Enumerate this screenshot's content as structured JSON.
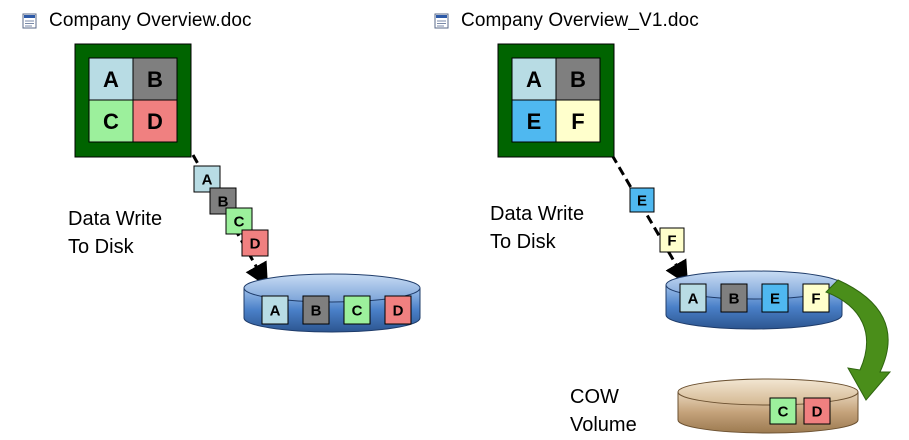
{
  "left": {
    "file_name": "Company Overview.doc",
    "doc_blocks": [
      "A",
      "B",
      "C",
      "D"
    ],
    "write_chunks": [
      "A",
      "B",
      "C",
      "D"
    ],
    "caption": "Data Write\nTo Disk",
    "disk_blocks": [
      "A",
      "B",
      "C",
      "D"
    ]
  },
  "right": {
    "file_name": "Company Overview_V1.doc",
    "doc_blocks": [
      "A",
      "B",
      "E",
      "F"
    ],
    "write_chunks": [
      "E",
      "F"
    ],
    "caption": "Data Write\nTo Disk",
    "disk_blocks": [
      "A",
      "B",
      "E",
      "F"
    ]
  },
  "cow": {
    "label": "COW\nVolume",
    "blocks": [
      "C",
      "D"
    ]
  },
  "colors": {
    "A": "#b8dce4",
    "B": "#7f7f7f",
    "C": "#9cf09c",
    "D": "#f08080",
    "E": "#4fb8f0",
    "F": "#ffffcc",
    "doc_frame": "#006400",
    "disk_blue": "#4a80c8",
    "cow_tan": "#c4a27a",
    "arrow_green": "#4a8e1a"
  },
  "icons": {
    "doc": "word-doc-icon",
    "transfer": "curved-arrow-icon"
  }
}
